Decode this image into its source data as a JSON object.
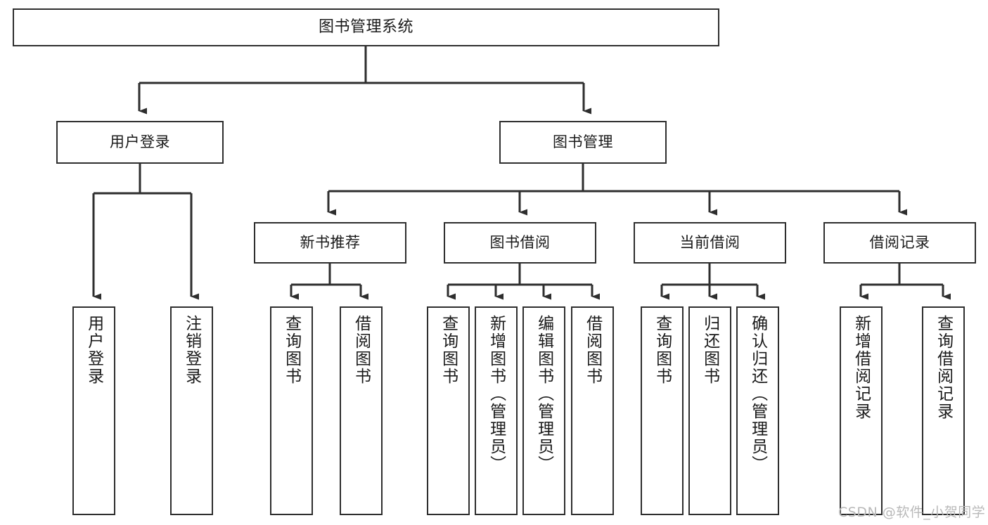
{
  "diagram": {
    "title": "图书管理系统",
    "type": "hierarchy-tree",
    "root": {
      "label": "图书管理系统"
    },
    "level2": [
      {
        "label": "用户登录"
      },
      {
        "label": "图书管理"
      }
    ],
    "level3": [
      {
        "label": "新书推荐"
      },
      {
        "label": "图书借阅"
      },
      {
        "label": "当前借阅"
      },
      {
        "label": "借阅记录"
      }
    ],
    "leaves": {
      "user_login": [
        {
          "label": "用户登录"
        },
        {
          "label": "注销登录"
        }
      ],
      "new_book": [
        {
          "label": "查询图书"
        },
        {
          "label": "借阅图书"
        }
      ],
      "book_borrow": [
        {
          "label": "查询图书"
        },
        {
          "label": "新增图书（管理员）"
        },
        {
          "label": "编辑图书（管理员）"
        },
        {
          "label": "借阅图书"
        }
      ],
      "current_borrow": [
        {
          "label": "查询图书"
        },
        {
          "label": "归还图书"
        },
        {
          "label": "确认归还（管理员）"
        }
      ],
      "borrow_record": [
        {
          "label": "新增借阅记录"
        },
        {
          "label": "查询借阅记录"
        }
      ]
    }
  },
  "watermark": {
    "text": "CSDN @软件_小贺同学"
  },
  "colors": {
    "stroke": "#2e2e2e",
    "fill": "#ffffff",
    "text": "#1a1a1a",
    "watermark": "#b9b9b9"
  }
}
